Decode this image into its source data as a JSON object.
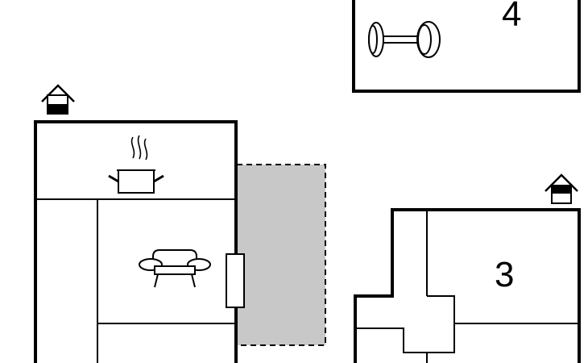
{
  "floorplan": {
    "rooms": [
      {
        "id": "bedroom-3",
        "number_label": "3",
        "kind": "bedroom"
      },
      {
        "id": "bedroom-4",
        "number_label": "4",
        "kind": "bedroom"
      },
      {
        "id": "kitchen",
        "number_label": "",
        "kind": "kitchen",
        "icon": "cooking-pot-icon"
      },
      {
        "id": "living-room",
        "number_label": "",
        "kind": "living room",
        "icon": "sofa-icon"
      }
    ],
    "extras": [
      {
        "id": "gym",
        "icon": "dumbbell-icon"
      },
      {
        "id": "terrace",
        "style": "dashed gray area",
        "color": "#c8c8c8"
      }
    ],
    "entrances": [
      {
        "id": "entrance-left",
        "icon": "house-entrance-icon"
      },
      {
        "id": "entrance-right",
        "icon": "house-entrance-icon"
      }
    ],
    "colors": {
      "walls": "#000000",
      "terrace_fill": "#c8c8c8",
      "background": "#ffffff"
    }
  }
}
